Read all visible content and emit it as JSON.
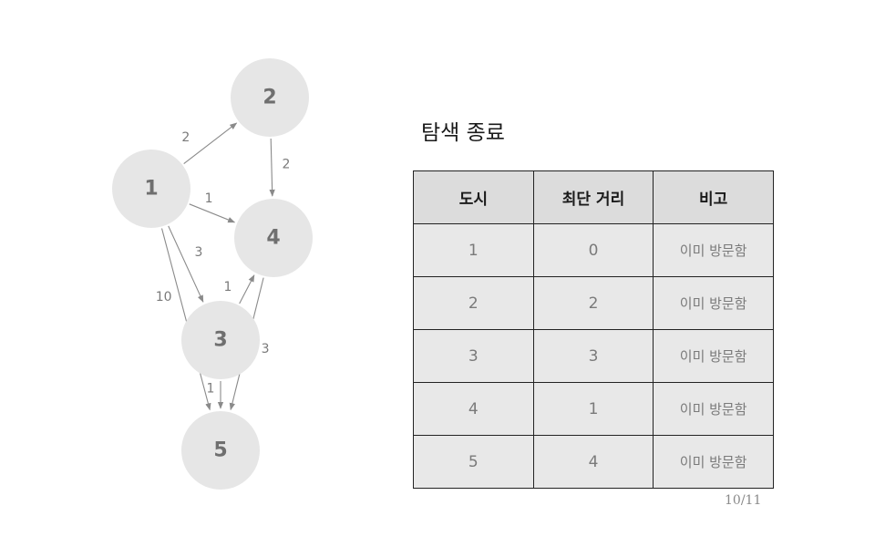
{
  "title": "탐색 종료",
  "page_number": "10/11",
  "graph": {
    "nodes": [
      {
        "id": "1",
        "label": "1"
      },
      {
        "id": "2",
        "label": "2"
      },
      {
        "id": "3",
        "label": "3"
      },
      {
        "id": "4",
        "label": "4"
      },
      {
        "id": "5",
        "label": "5"
      }
    ],
    "edges": [
      {
        "from": "1",
        "to": "2",
        "weight": "2"
      },
      {
        "from": "1",
        "to": "4",
        "weight": "1"
      },
      {
        "from": "1",
        "to": "3",
        "weight": "3"
      },
      {
        "from": "1",
        "to": "5",
        "weight": "10"
      },
      {
        "from": "2",
        "to": "4",
        "weight": "2"
      },
      {
        "from": "3",
        "to": "4",
        "weight": "1"
      },
      {
        "from": "3",
        "to": "5",
        "weight": "1"
      },
      {
        "from": "4",
        "to": "5",
        "weight": "3"
      }
    ]
  },
  "table": {
    "headers": [
      "도시",
      "최단 거리",
      "비고"
    ],
    "rows": [
      [
        "1",
        "0",
        "이미 방문함"
      ],
      [
        "2",
        "2",
        "이미 방문함"
      ],
      [
        "3",
        "3",
        "이미 방문함"
      ],
      [
        "4",
        "1",
        "이미 방문함"
      ],
      [
        "5",
        "4",
        "이미 방문함"
      ]
    ]
  },
  "colors": {
    "node_fill": "#e6e6e6",
    "node_text": "#6f6f6f",
    "edge": "#8a8a8a",
    "header_bg": "#dcdcdc",
    "cell_bg": "#e8e8e8",
    "cell_text": "#7a7a7a"
  }
}
